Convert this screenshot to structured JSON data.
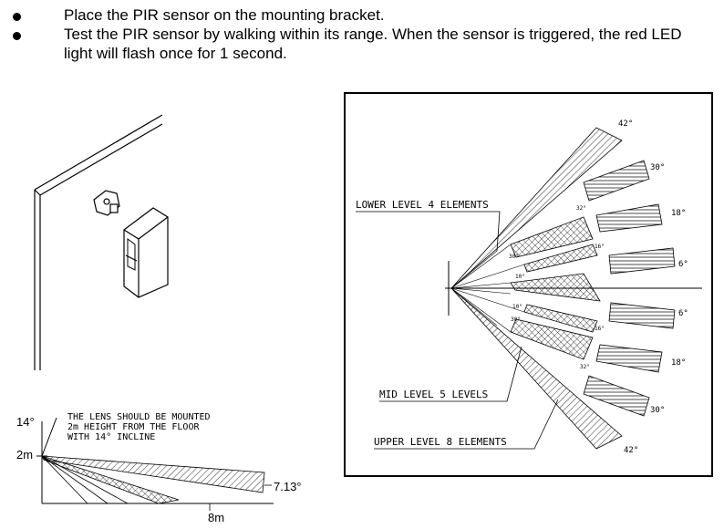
{
  "instructions": [
    "Place the PIR sensor on the mounting bracket.",
    "Test the PIR sensor by walking within its range. When the sensor is triggered, the red LED light will flash once for 1 second."
  ],
  "side_view": {
    "angle_label": "14°",
    "height_label": "2m",
    "distance_label": "8m",
    "beam_angle_label": "7.13°",
    "note_lines": [
      "THE LENS SHOULD BE MOUNTED",
      "2m HEIGHT FROM THE FLOOR",
      "WITH 14° INCLINE"
    ]
  },
  "detection_pattern": {
    "lower_label": "LOWER LEVEL 4 ELEMENTS",
    "mid_label": "MID LEVEL 5 LEVELS",
    "upper_label": "UPPER LEVEL 8 ELEMENTS",
    "angles_upper": [
      "42°",
      "30°",
      "18°",
      "6°",
      "6°",
      "18°",
      "30°",
      "42°"
    ],
    "angles_mid": [
      "32°",
      "16°",
      "10°",
      "10°",
      "16°",
      "32°"
    ],
    "angles_lower": [
      "30°",
      "30°"
    ]
  }
}
